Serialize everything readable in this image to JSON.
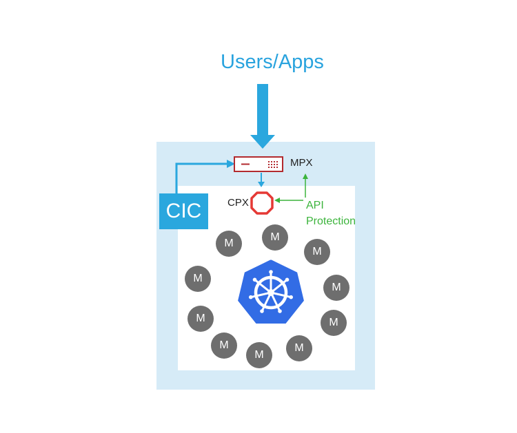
{
  "title": "Users/Apps",
  "cic_label": "CIC",
  "mpx_label": "MPX",
  "cpx_label": "CPX",
  "api_label_line1": "API",
  "api_label_line2": "Protection",
  "node_label": "M",
  "colors": {
    "accent_blue": "#2aa7de",
    "light_blue_bg": "#d6ebf7",
    "mpx_red": "#b22a2e",
    "cpx_red": "#e53935",
    "api_green": "#3cb43c",
    "node_gray": "#6e6e6e",
    "kubernetes_blue": "#326ce5"
  },
  "icons": {
    "mpx": "appliance-icon",
    "cpx": "cpx-octagon-icon",
    "center": "kubernetes-helm-icon"
  }
}
